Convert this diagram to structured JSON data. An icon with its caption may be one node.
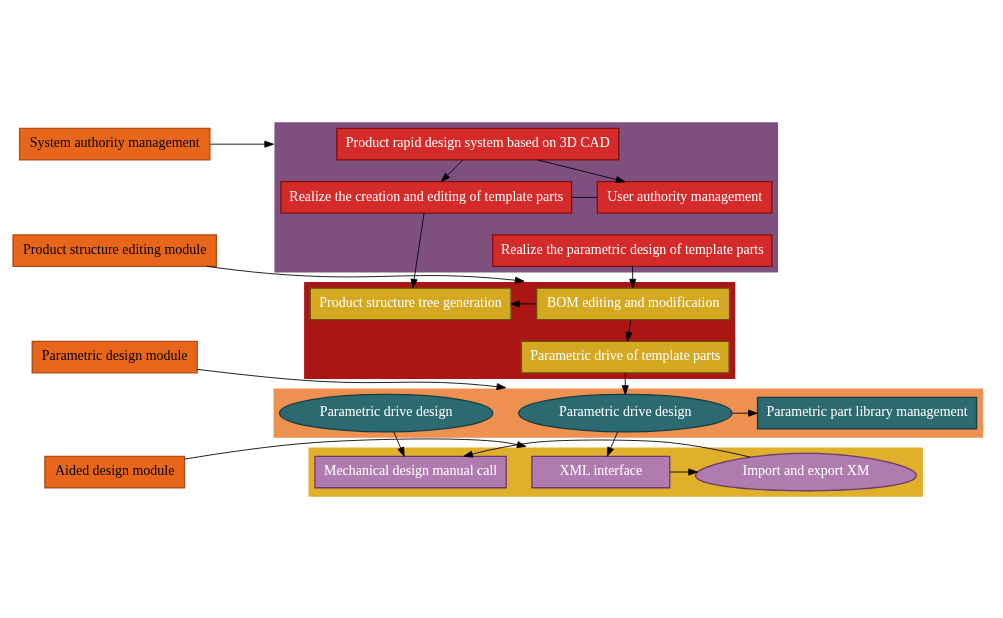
{
  "diagram": {
    "nodes": [
      {
        "text": [
          "System authority management"
        ]
      },
      {
        "text": [],
        "shape": "box"
      },
      {
        "text": [
          "Product rapid design system based on 3D CAD"
        ],
        "in": 1
      },
      {
        "text": [
          "User authority management"
        ],
        "in": 1
      },
      {
        "text": [
          "Realize the parametric design of template parts"
        ],
        "in": 1
      },
      {
        "text": [
          "Realize the creation and editing of template parts"
        ],
        "in": 1
      },
      {
        "text": [
          "Product structure editing module"
        ]
      },
      {
        "text": [],
        "shape": "box"
      },
      {
        "text": [
          "BOM editing and modification"
        ],
        "in": 7
      },
      {
        "text": [
          "Product structure tree generation"
        ],
        "in": 7
      },
      {
        "text": [
          "Parametric drive of template parts"
        ],
        "in": 7
      },
      {
        "text": [
          "Parametric design module"
        ]
      },
      {
        "text": [],
        "shape": "box"
      },
      {
        "text": [
          "Parametric drive design"
        ],
        "in": 12
      },
      {
        "text": [
          "Parametric part library management"
        ],
        "in": 12
      },
      {
        "text": [
          "Parametric drive design"
        ],
        "in": 12
      },
      {
        "text": [
          "Aided design module"
        ]
      },
      {
        "text": [],
        "shape": "box"
      },
      {
        "text": [
          "XML interface"
        ],
        "in": 17
      },
      {
        "text": [
          "Import and export XM"
        ],
        "in": 17
      },
      {
        "text": [
          "Mechanical design manual call"
        ],
        "in": 17
      }
    ],
    "edges": [
      {
        "from": 0,
        "to": 1,
        "arrow": "to"
      },
      {
        "from": 2,
        "to": 3,
        "arrow": "to"
      },
      {
        "from": 2,
        "to": 5,
        "arrow": "to"
      },
      {
        "from": 3,
        "to": 5,
        "arrow": "none"
      },
      {
        "from": 4,
        "to": 8,
        "arrow": "to"
      },
      {
        "from": 5,
        "to": 9,
        "arrow": "to"
      },
      {
        "from": 6,
        "to": 7,
        "arrow": "to"
      },
      {
        "from": 8,
        "to": 9,
        "arrow": "to"
      },
      {
        "from": 8,
        "to": 10,
        "arrow": "to"
      },
      {
        "from": 10,
        "to": 13,
        "arrow": "to"
      },
      {
        "from": 11,
        "to": 12,
        "arrow": "to"
      },
      {
        "from": 13,
        "to": 14,
        "arrow": "to"
      },
      {
        "from": 13,
        "to": 18,
        "arrow": "to"
      },
      {
        "from": 15,
        "to": 20,
        "arrow": "to"
      },
      {
        "from": 16,
        "to": 17,
        "arrow": "to"
      },
      {
        "from": 18,
        "to": 19,
        "arrow": "to"
      },
      {
        "from": 19,
        "to": 20,
        "arrow": "to"
      }
    ]
  }
}
